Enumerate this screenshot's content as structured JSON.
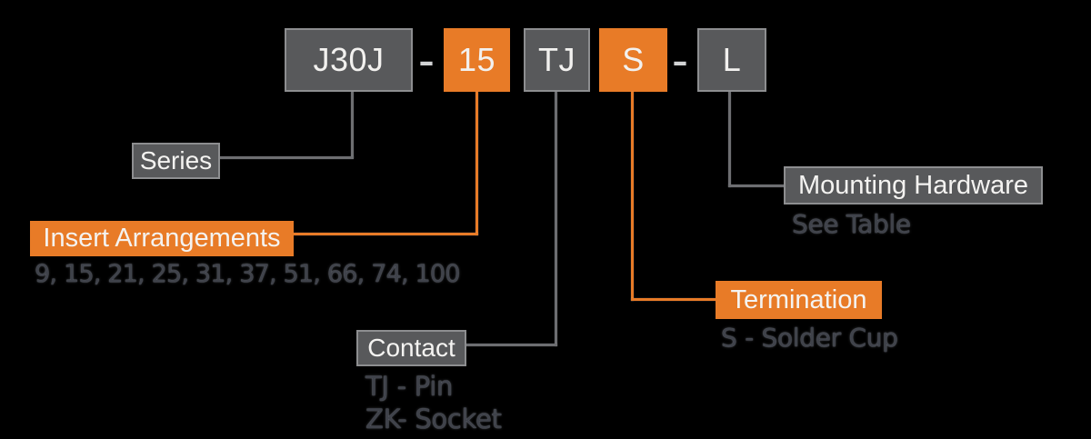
{
  "part_code": {
    "series": "J30J",
    "separator_1": "-",
    "insert_arrangement": "15",
    "contact": "TJ",
    "termination": "S",
    "separator_2": "-",
    "mounting": "L"
  },
  "callouts": {
    "series": {
      "label": "Series"
    },
    "insert_arrangements": {
      "label": "Insert Arrangements",
      "options": "9, 15, 21, 25, 31, 37, 51, 66, 74, 100"
    },
    "contact": {
      "label": "Contact",
      "option_1": "TJ - Pin",
      "option_2": "ZK- Socket"
    },
    "termination": {
      "label": "Termination",
      "option_1": "S - Solder Cup"
    },
    "mounting_hardware": {
      "label": "Mounting Hardware",
      "option_1": "See Table"
    }
  },
  "colors": {
    "accent_orange": "#E87B27",
    "box_gray": "#58595B",
    "box_border_gray": "#8D8E90",
    "line_gray": "#6D6E71",
    "separator_dash": "#D2D3D4",
    "dark_text": "#3F424A",
    "white_text": "#F4F3F1",
    "background": "#000000"
  }
}
